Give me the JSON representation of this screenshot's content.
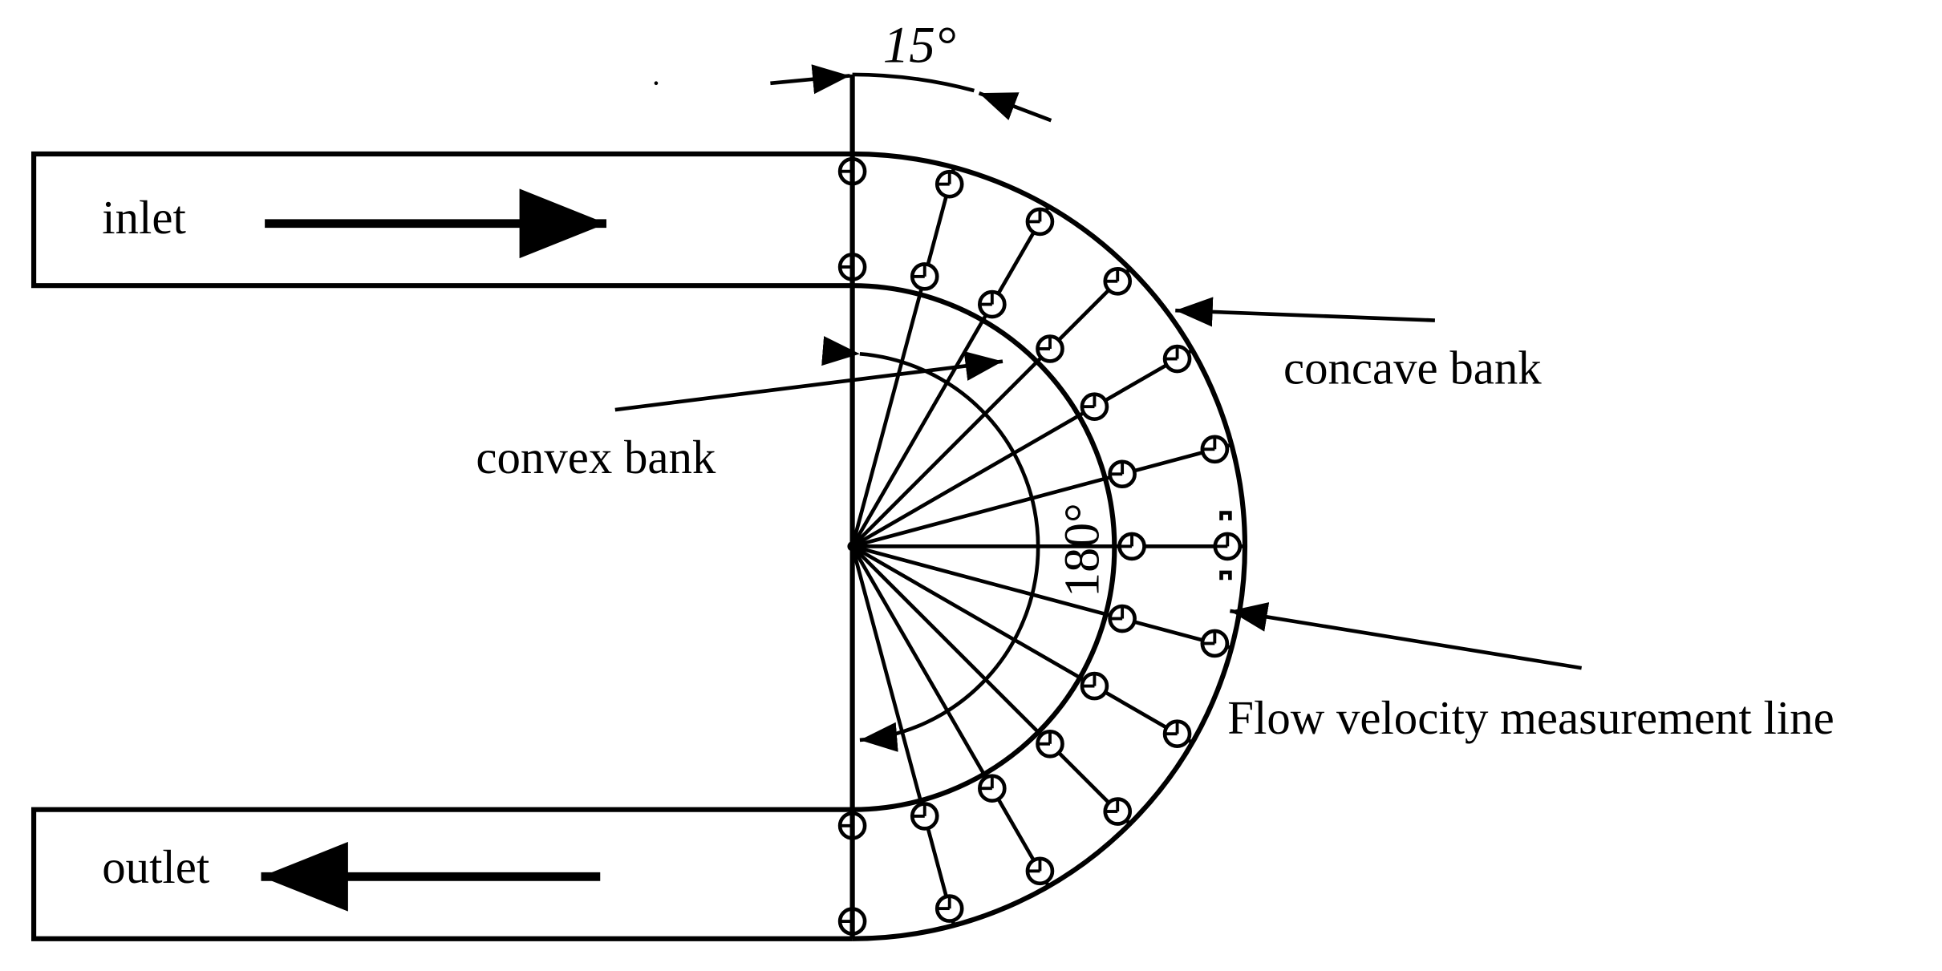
{
  "labels": {
    "angle_top": "15°",
    "angle_center": "180°",
    "inlet": "inlet",
    "outlet": "outlet",
    "concave_bank": "concave bank",
    "convex_bank": "convex bank",
    "measurement_line": "Flow velocity measurement line"
  },
  "channel": {
    "bend_angle_deg": 180,
    "section_spacing_deg": 15,
    "section_count": 13,
    "points_per_section": 2
  },
  "colors": {
    "line": "#000000",
    "background": "#ffffff"
  }
}
